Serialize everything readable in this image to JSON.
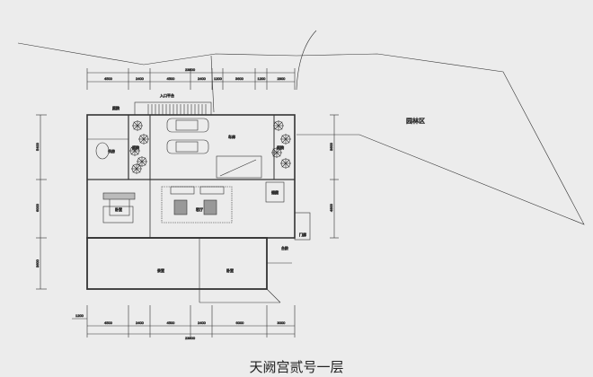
{
  "title": "天阙宫贰号一层",
  "garden_label": "园林区",
  "top_dimensions": [
    "4500",
    "2400",
    "4500",
    "2400",
    "1200",
    "3600",
    "1200",
    "2800"
  ],
  "top_total": "23800",
  "bottom_dimensions": [
    "4500",
    "2400",
    "4500",
    "2400",
    "6000",
    "3000"
  ],
  "bottom_total": "23800",
  "bottom_offset": "1200",
  "left_dimensions": [
    "5400",
    "6000",
    "3600"
  ],
  "right_dimensions": [
    "3600",
    "4800"
  ],
  "rooms": {
    "garage": "车库",
    "entrance": "入口平台",
    "study": "书房",
    "living": "客厅",
    "bedroom": "卧室",
    "yard": "庭院",
    "east_yard": "庭院",
    "west_yard": "庭院",
    "porch": "门廊",
    "steps": "台阶",
    "storage": "储藏",
    "tea": "茶室"
  }
}
